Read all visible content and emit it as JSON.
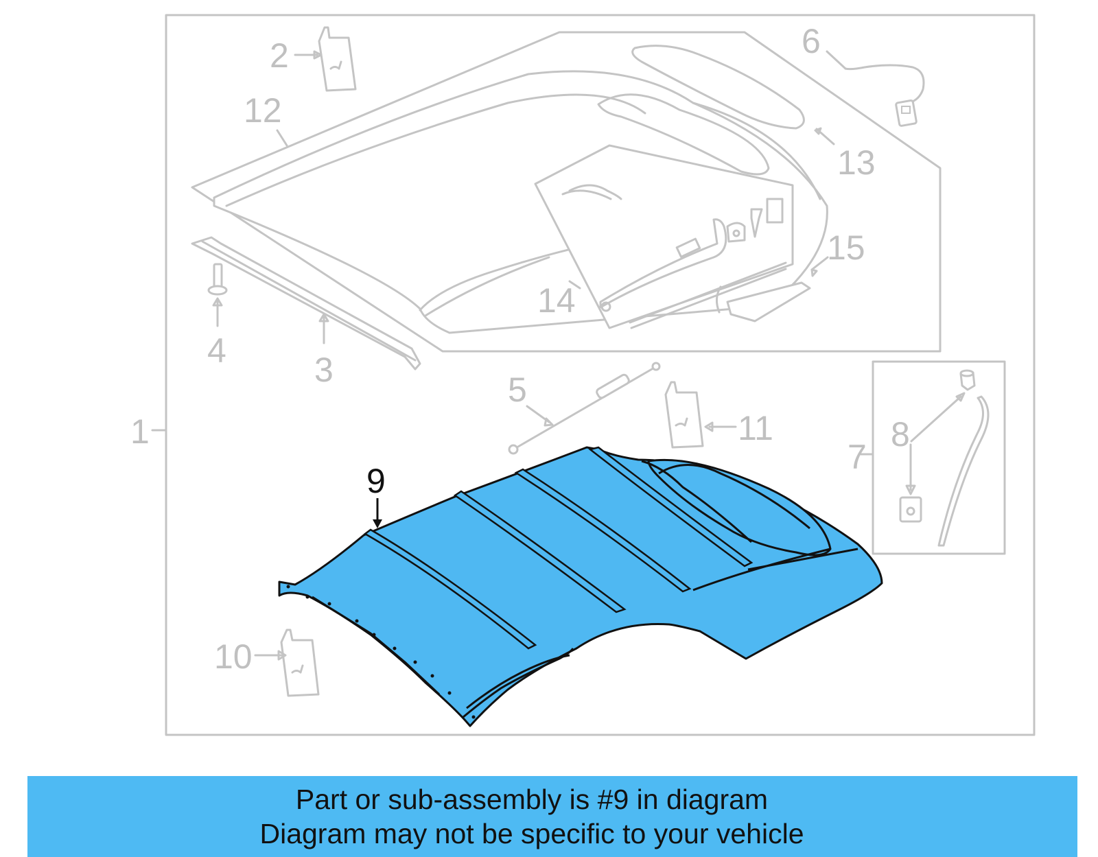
{
  "callouts": {
    "c1": "1",
    "c2": "2",
    "c3": "3",
    "c4": "4",
    "c5": "5",
    "c6": "6",
    "c7": "7",
    "c8": "8",
    "c9": "9",
    "c10": "10",
    "c11": "11",
    "c12": "12",
    "c13": "13",
    "c14": "14",
    "c15": "15"
  },
  "highlighted_part": "9",
  "colors": {
    "highlight": "#4fb8f2",
    "banner": "#4ebaf3",
    "outline": "#c4c4c4"
  },
  "banner": {
    "line1": "Part or sub-assembly is #9 in diagram",
    "line2": "Diagram may not be specific to your vehicle"
  }
}
